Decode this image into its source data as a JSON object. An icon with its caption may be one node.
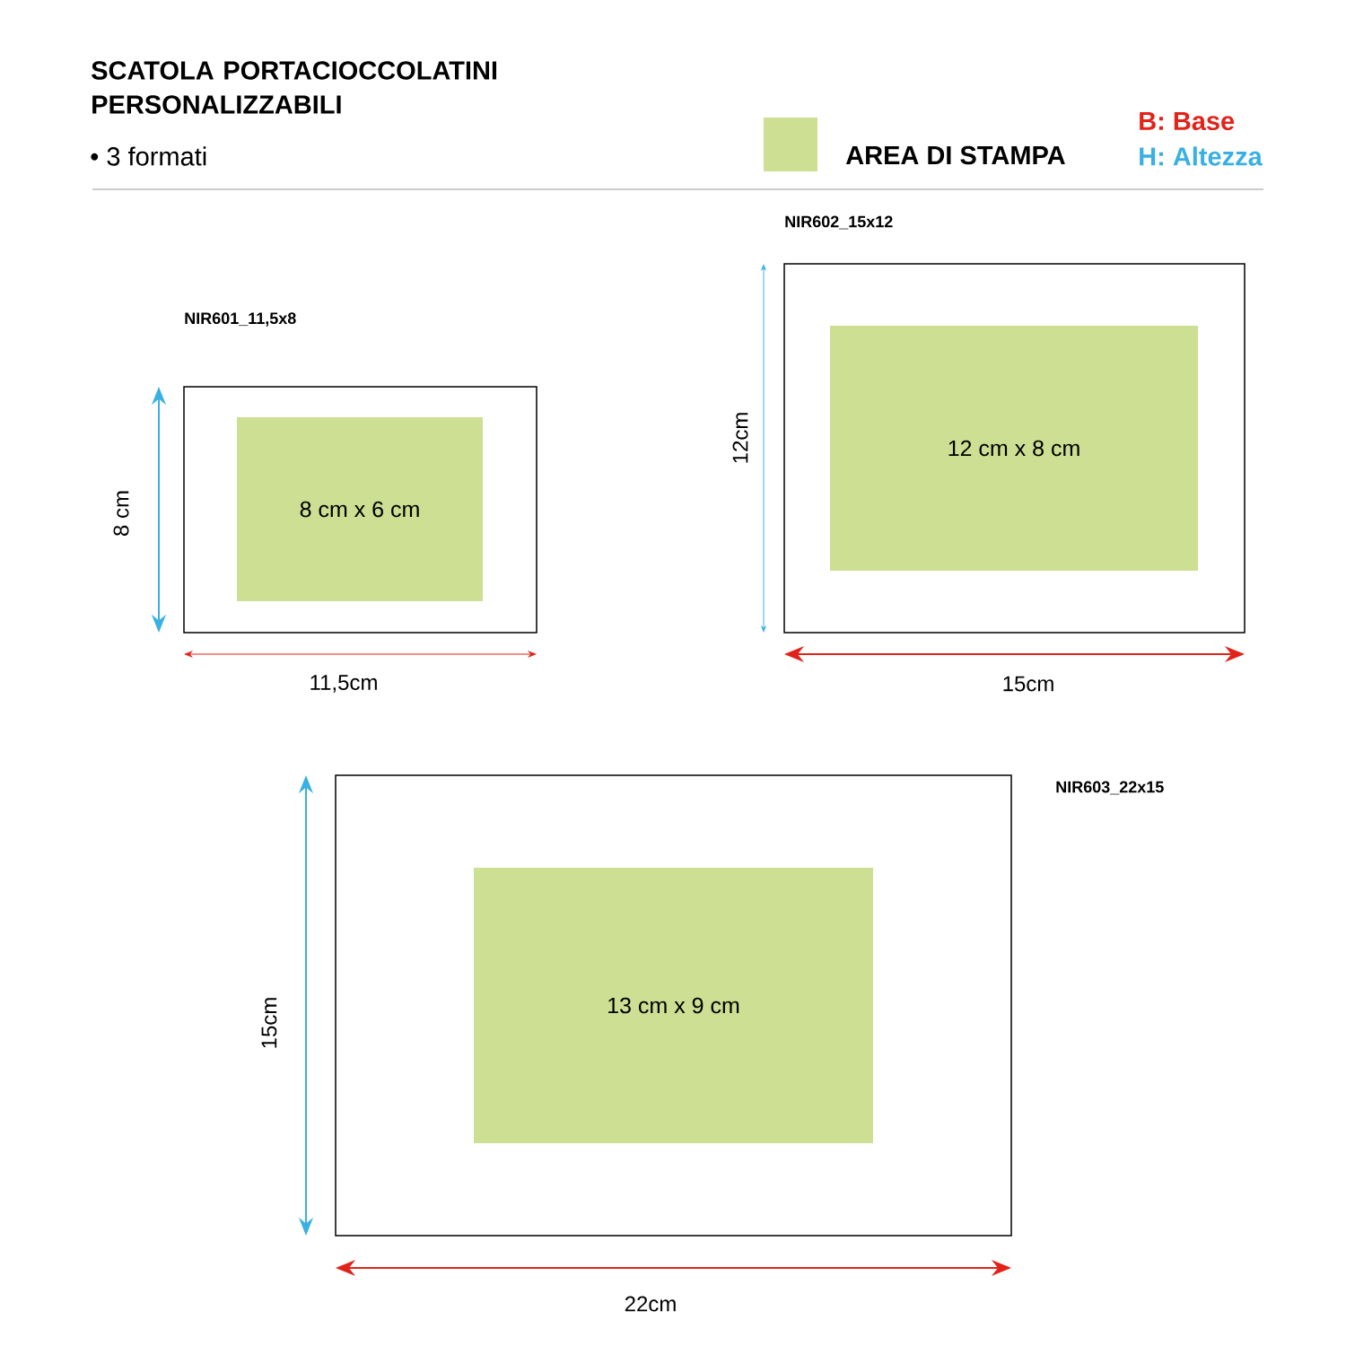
{
  "diagram": {
    "title": "SCATOLA PORTACIOCCOLATINI PERSONALIZZABILI",
    "nodes": [
      {
        "text": [
          "NIR601_11,5x8"
        ]
      },
      {
        "text": [
          "8 cm x 6 cm"
        ],
        "in": 0
      },
      {
        "text": [
          "NIR602_15x12"
        ]
      },
      {
        "text": [
          "12 cm x 8 cm"
        ],
        "in": 2
      },
      {
        "text": [
          "NIR603_22x15"
        ]
      },
      {
        "text": [
          "13 cm x 9 cm"
        ],
        "in": 4
      }
    ],
    "labels": [
      "• 3 formati",
      "B: Base",
      "H: Altezza",
      "8 cm",
      "11,5cm",
      "12cm",
      "15cm",
      "15cm",
      "22cm"
    ],
    "legend": [
      {
        "text": "AREA DI STAMPA",
        "color": "#cddf92"
      }
    ]
  }
}
